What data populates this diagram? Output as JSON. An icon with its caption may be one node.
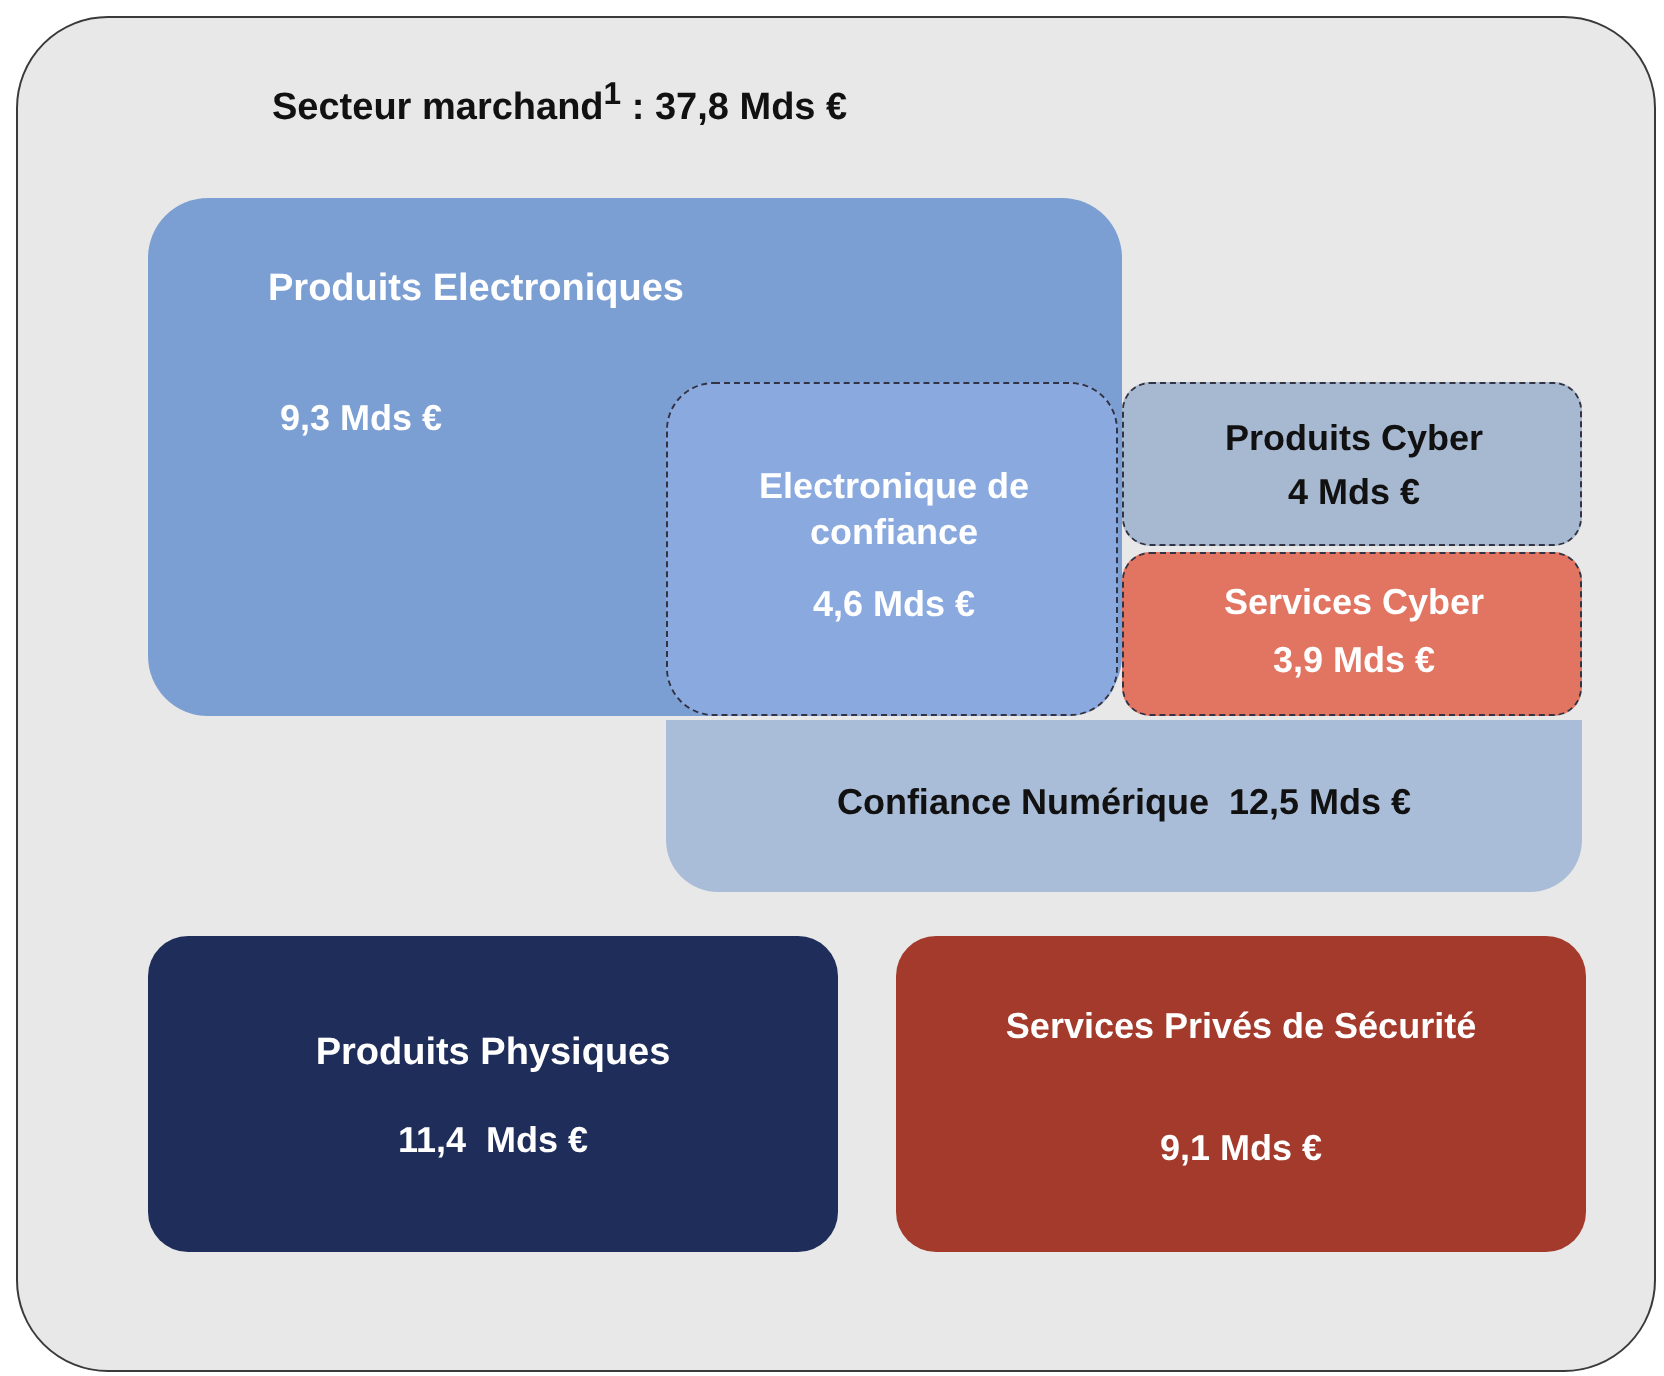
{
  "diagram": {
    "nodes": [
      {
        "text": [
          "Secteur marchand$^{1}$ : 37,8 Mds €"
        ]
      },
      {
        "text": [
          "Produits Electroniques",
          "9,3 Mds €"
        ],
        "in": 0
      },
      {
        "text": [
          "Confiance Numérique  12,5 Mds €"
        ],
        "in": 0
      },
      {
        "text": [
          "Electronique de confiance",
          "4,6 Mds €"
        ],
        "in": 1
      },
      {
        "text": [
          "Produits Cyber",
          "4 Mds €"
        ],
        "in": 0
      },
      {
        "text": [
          "Services Cyber",
          "3,9 Mds €"
        ],
        "in": 0
      },
      {
        "text": [
          "Produits Physiques",
          "11,4  Mds €"
        ],
        "in": 0
      },
      {
        "text": [
          "Services Privés de Sécurité",
          "9,1 Mds €"
        ],
        "in": 0
      }
    ]
  }
}
